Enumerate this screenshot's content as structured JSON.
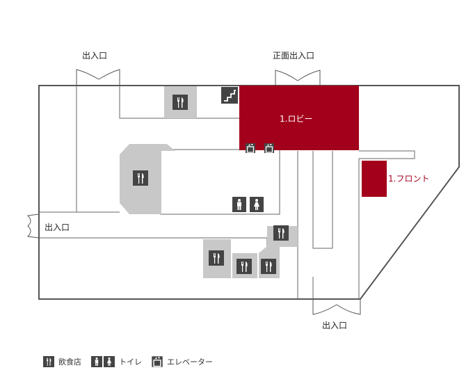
{
  "colors": {
    "lobby": "#a3001b",
    "front": "#a3001b",
    "restaurant_area": "#c8c8c8",
    "icon_bg": "#444444",
    "outline": "#555555"
  },
  "labels": {
    "entrance_top_left": "出入口",
    "entrance_top_main": "正面出入口",
    "entrance_left": "出入口",
    "entrance_bottom": "出入口",
    "lobby": "1.ロビー",
    "front": "1.フロント"
  },
  "icons": {
    "restaurant": "restaurant-icon",
    "toilet_male": "male-toilet-icon",
    "toilet_female": "female-toilet-icon",
    "elevator": "elevator-icon",
    "stairs": "stairs-icon"
  },
  "legend": [
    {
      "icon": "restaurant-icon",
      "label": "飲食店"
    },
    {
      "icon": "toilet-icon",
      "label": "トイレ"
    },
    {
      "icon": "elevator-icon",
      "label": "エレベーター"
    }
  ]
}
